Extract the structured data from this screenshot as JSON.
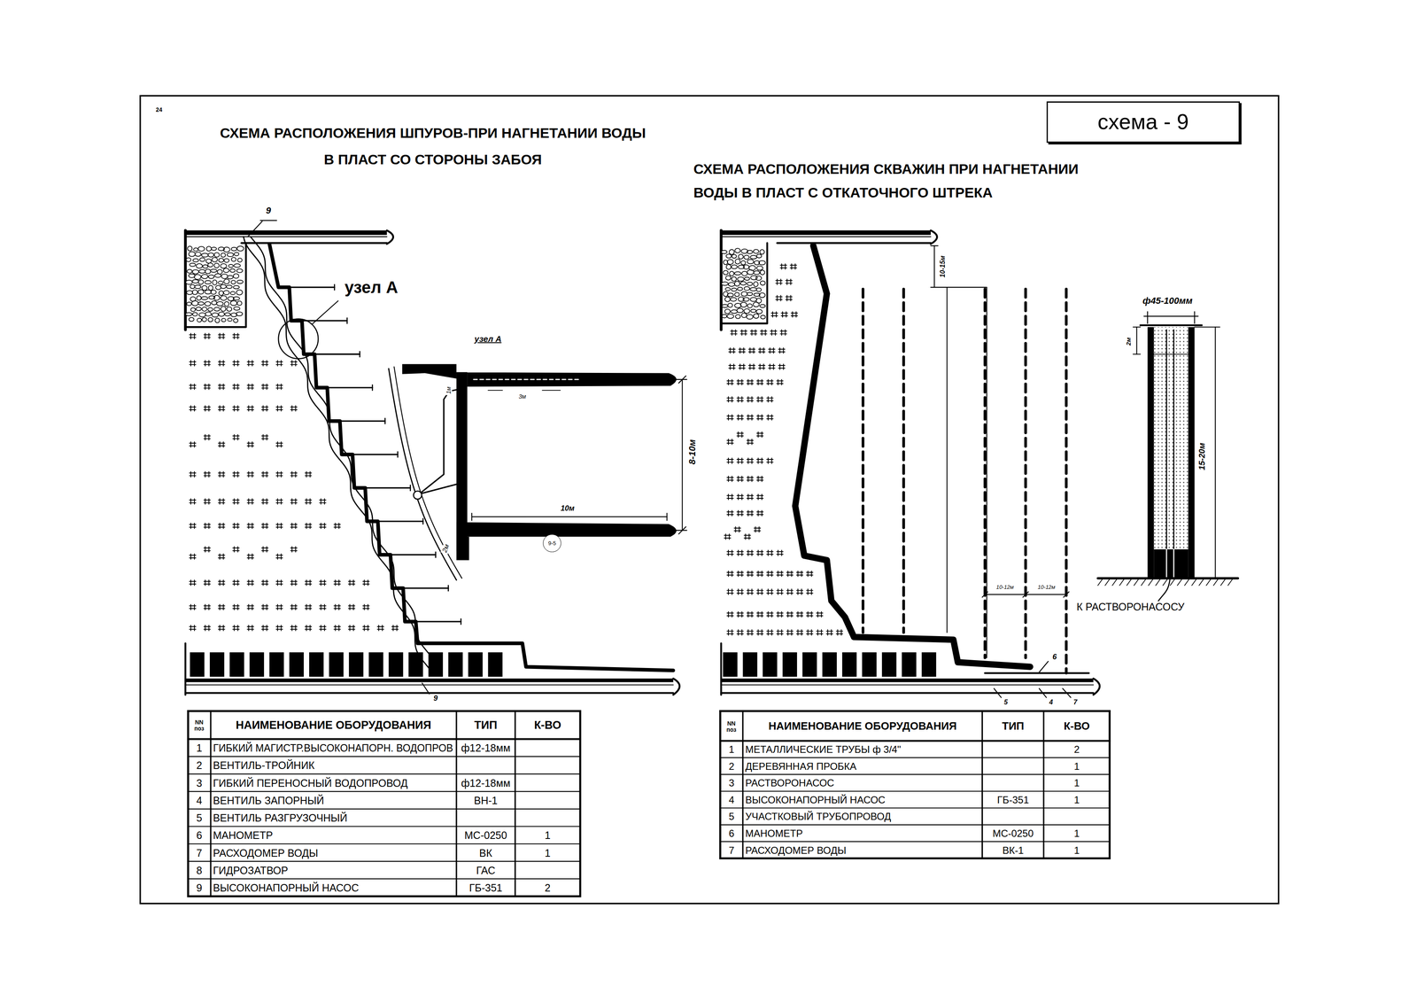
{
  "diagram": {
    "title": "СХЕМА РАСПОЛОЖЕНИЯ ШПУРОВ-ПРИ НАГНЕТАНИИ ВОДЫ В ПЛАСТ СО СТОРОНЫ ЗАБОЯ",
    "nodes": [
      {
        "text": [
          "схема - 9"
        ]
      },
      {
        "text": [
          "9-5"
        ]
      }
    ],
    "labels": [
      "24",
      "СХЕМА РАСПОЛОЖЕНИЯ СКВАЖИН ПРИ НАГНЕТАНИИ ВОДЫ В ПЛАСТ С ОТКАТОЧНОГО ШТРЕКА",
      "9",
      "узел А",
      "узел А",
      "1м",
      "3м",
      "8-10м",
      "10м",
      "2м",
      "9",
      "10-15м",
      "10-12м",
      "10-12м",
      "6",
      "5",
      "4",
      "7",
      "ф45-100мм",
      "2м",
      "15-20м",
      "К РАСТВОРОНАСОСУ",
      "NN поз",
      "НАИМЕНОВАНИЕ ОБОРУДОВАНИЯ",
      "ТИП",
      "К-ВО",
      "1",
      "ГИБКИЙ МАГИСТР.ВЫСОКОНАПОРН. ВОДОПРОВ",
      "ф12-18мм",
      "2",
      "ВЕНТИЛЬ-ТРОЙНИК",
      "3",
      "ГИБКИЙ ПЕРЕНОСНЫЙ ВОДОПРОВОД",
      "ф12-18мм",
      "4",
      "ВЕНТИЛЬ ЗАПОРНЫЙ",
      "ВН-1",
      "5",
      "ВЕНТИЛЬ РАЗГРУЗОЧНЫЙ",
      "6",
      "МАНОМЕТР",
      "МС-0250",
      "1",
      "7",
      "РАСХОДОМЕР ВОДЫ",
      "ВК",
      "1",
      "8",
      "ГИДРОЗАТВОР",
      "ГАС",
      "9",
      "ВЫСОКОНАПОРНЫЙ НАСОС",
      "ГБ-351",
      "2",
      "NN поз",
      "НАИМЕНОВАНИЕ ОБОРУДОВАНИЯ",
      "ТИП",
      "К-ВО",
      "1",
      "МЕТАЛЛИЧЕСКИЕ ТРУБЫ ф 3/4\"",
      "2",
      "2",
      "ДЕРЕВЯННАЯ ПРОБКА",
      "1",
      "3",
      "РАСТВОРОНАСОС",
      "1",
      "4",
      "ВЫСОКОНАПОРНЫЙ НАСОС",
      "ГБ-351",
      "1",
      "5",
      "УЧАСТКОВЫЙ ТРУБОПРОВОД",
      "6",
      "МАНОМЕТР",
      "МС-0250",
      "1",
      "7",
      "РАСХОДОМЕР ВОДЫ",
      "ВК-1",
      "1"
    ]
  }
}
